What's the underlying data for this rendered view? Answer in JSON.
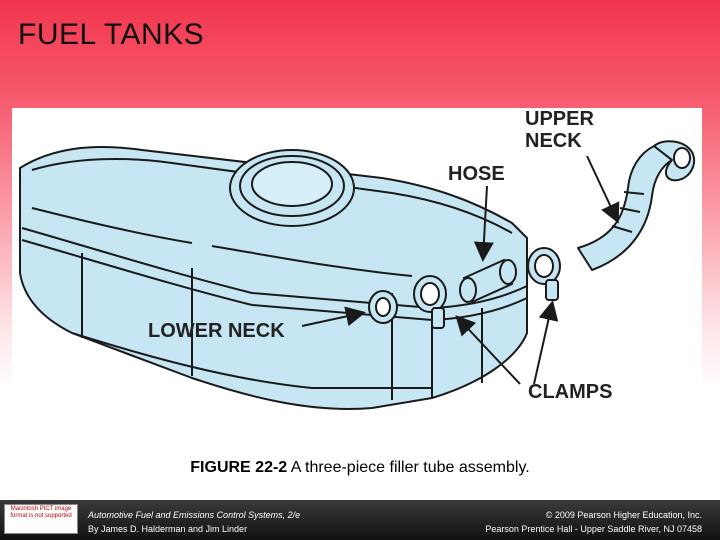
{
  "slide": {
    "title": "FUEL TANKS"
  },
  "figure": {
    "labels": {
      "upper_neck_line1": "UPPER",
      "upper_neck_line2": "NECK",
      "hose": "HOSE",
      "lower_neck": "LOWER NECK",
      "clamps": "CLAMPS"
    },
    "caption_number": "FIGURE 22-2",
    "caption_text": " A three-piece filler tube assembly."
  },
  "footer": {
    "badge_text": "Macintosh PICT image format is not supported",
    "book_title": "Automotive Fuel and Emissions Control Systems, 2/e",
    "authors": "By James D. Halderman and Jim Linder",
    "copyright": "© 2009 Pearson Higher Education, Inc.",
    "publisher": "Pearson Prentice Hall - Upper Saddle River, NJ 07458"
  },
  "colors": {
    "tank_fill": "#c6e6f4",
    "outline": "#1a1a1a",
    "title_bar_top": "#f2364f"
  }
}
